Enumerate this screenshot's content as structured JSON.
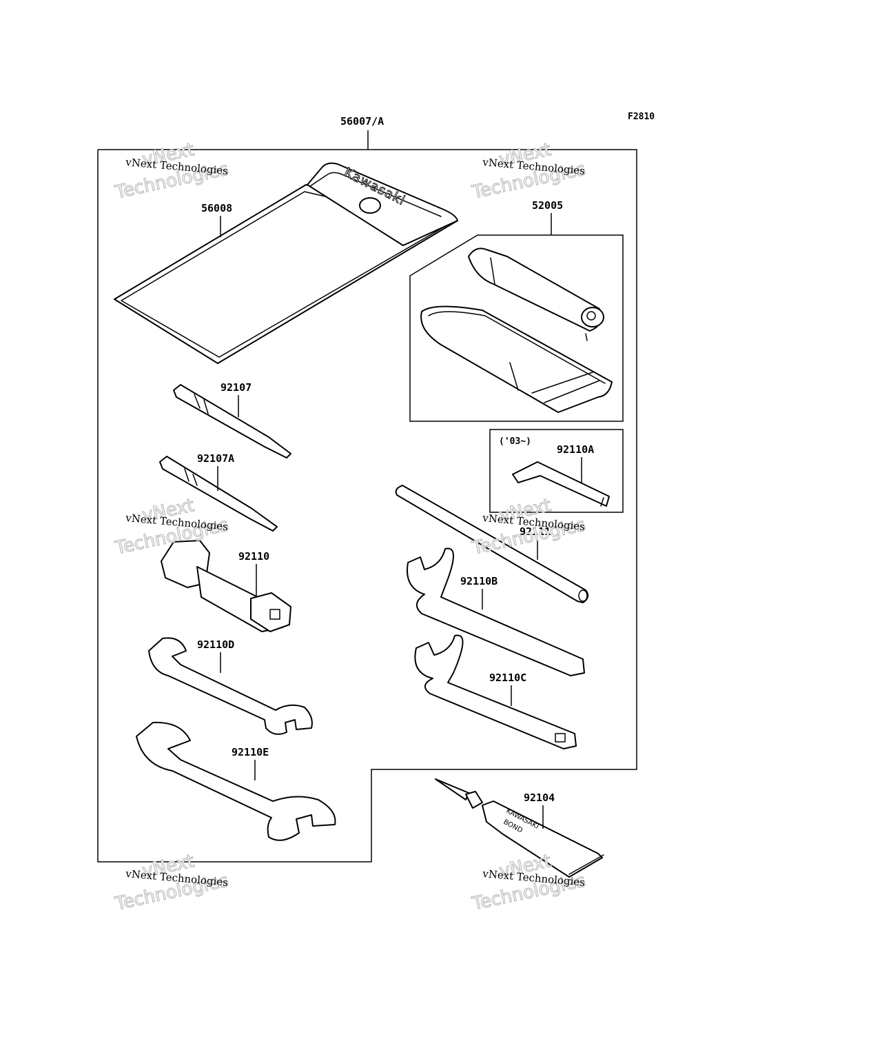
{
  "figure_code": "F2810",
  "kit_label": "56007/A",
  "parts": [
    {
      "key": "pouch",
      "number": "56008"
    },
    {
      "key": "pump",
      "number": "52005"
    },
    {
      "key": "screwdriver-bit",
      "number": "92107"
    },
    {
      "key": "screwdriver-bit-a",
      "number": "92107A"
    },
    {
      "key": "box-wrench",
      "number": "92110"
    },
    {
      "key": "hex-wrench",
      "number": "92110A"
    },
    {
      "key": "bar",
      "number": "92111"
    },
    {
      "key": "hook-wrench-b",
      "number": "92110B"
    },
    {
      "key": "hook-wrench-c",
      "number": "92110C"
    },
    {
      "key": "open-wrench-d",
      "number": "92110D"
    },
    {
      "key": "open-wrench-e",
      "number": "92110E"
    },
    {
      "key": "bond",
      "number": "92104"
    }
  ],
  "year_note": "('03~)",
  "pouch_brand": "Kawasaki",
  "bond_tube_text": [
    "KAWASAKI",
    "BOND"
  ],
  "watermark": {
    "line1": "vNext Technologies",
    "line2": "vNext",
    "line3": "Technologies"
  }
}
